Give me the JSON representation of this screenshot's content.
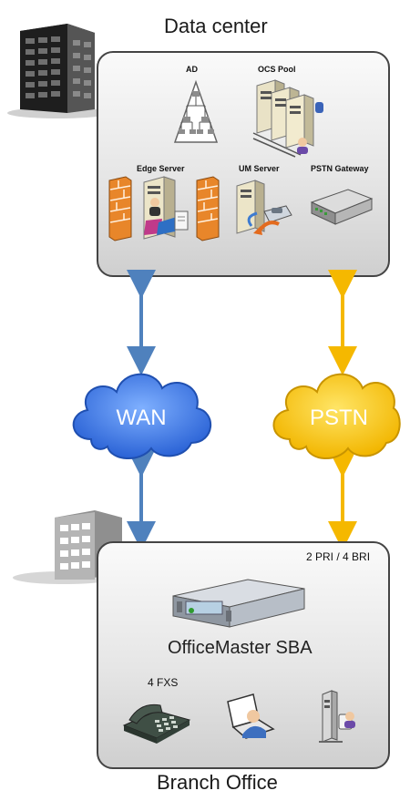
{
  "datacenter": {
    "title": "Data center",
    "labels": {
      "ad": "AD",
      "ocs_pool": "OCS Pool",
      "edge_server": "Edge Server",
      "um_server": "UM Server",
      "pstn_gateway": "PSTN Gateway"
    }
  },
  "network": {
    "wan": "WAN",
    "pstn": "PSTN"
  },
  "branch": {
    "title": "Branch Office",
    "trunks": "2 PRI / 4 BRI",
    "device": "OfficeMaster SBA",
    "fxs": "4 FXS"
  },
  "colors": {
    "wan_blue": "#4f81bd",
    "pstn_yellow": "#f5b800",
    "firewall_orange": "#e8862a"
  }
}
